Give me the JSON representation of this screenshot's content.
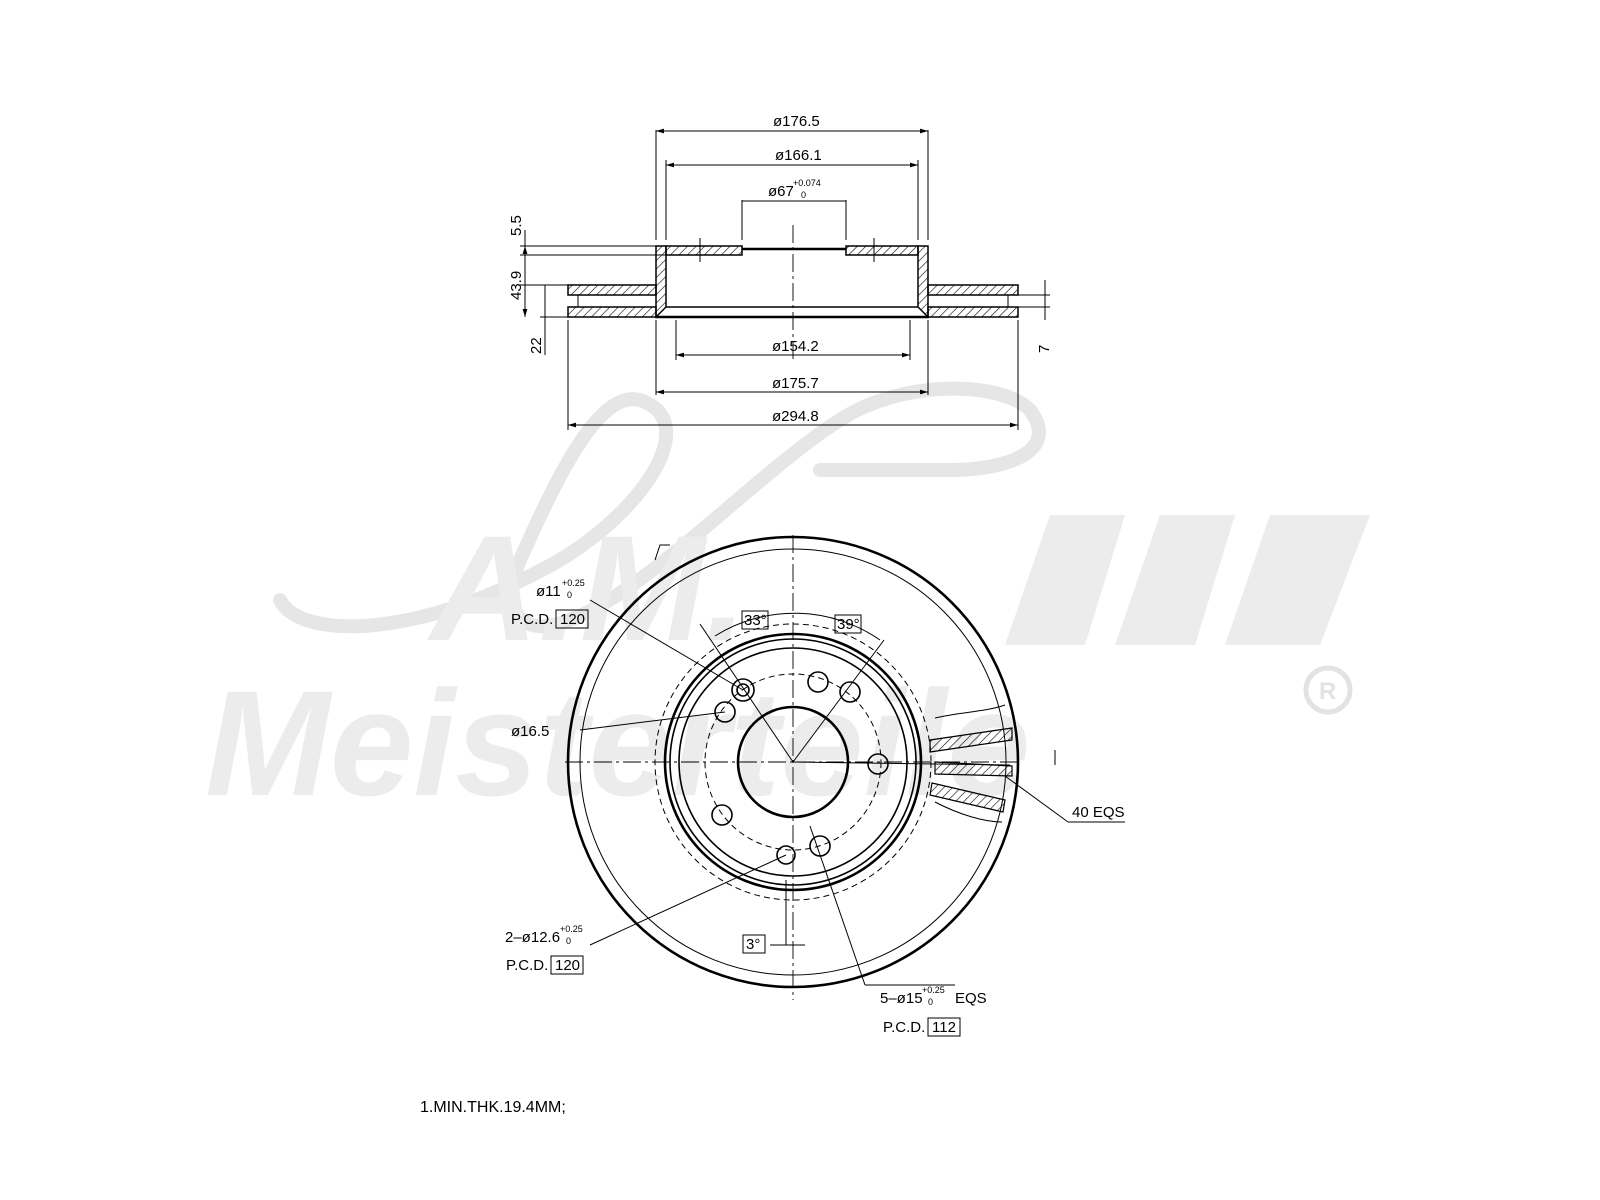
{
  "watermark": {
    "brand_line1": "A.M.",
    "brand_line2": "Meisterteile",
    "registered_mark": "R"
  },
  "section_view": {
    "dims": {
      "outer_hat_dia": "ø176.5",
      "inner_hat_dia": "ø166.1",
      "center_bore": "ø67",
      "center_bore_tol_upper": "+0.074",
      "center_bore_tol_lower": "0",
      "hat_inner_dia": "ø154.2",
      "hat_outer_dia": "ø175.7",
      "disc_dia": "ø294.8",
      "hat_thickness": "5.5",
      "overall_height": "43.9",
      "disc_thickness": "22",
      "vent_width": "7"
    }
  },
  "plan_view": {
    "callouts": {
      "hole_a_dia": "ø11",
      "hole_a_tol_upper": "+0.25",
      "hole_a_tol_lower": "0",
      "hole_a_pcd_label": "P.C.D.",
      "hole_a_pcd": "120",
      "hole_b_dia": "ø16.5",
      "angle_a": "33°",
      "angle_b": "39°",
      "vanes": "40 EQS",
      "hole_c_dia": "2–ø12.6",
      "hole_c_tol_upper": "+0.25",
      "hole_c_tol_lower": "0",
      "hole_c_pcd_label": "P.C.D.",
      "hole_c_pcd": "120",
      "angle_c": "3°",
      "hole_d_dia": "5–ø15",
      "hole_d_tol_upper": "+0.25",
      "hole_d_tol_lower": "0",
      "hole_d_suffix": "EQS",
      "hole_d_pcd_label": "P.C.D.",
      "hole_d_pcd": "112"
    }
  },
  "notes": {
    "note1": "1.MIN.THK.19.4MM;"
  }
}
